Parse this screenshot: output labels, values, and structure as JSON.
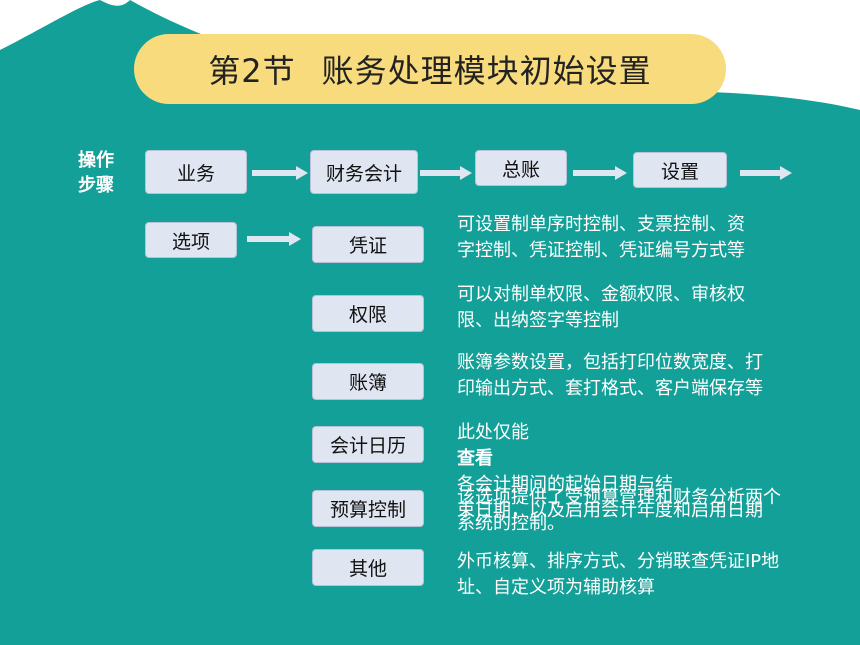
{
  "title": {
    "part1": "第2节",
    "part2": "账务处理模块初始设置"
  },
  "side_label": {
    "line1": "操作",
    "line2": "步骤"
  },
  "flow": {
    "step1": "业务",
    "step2": "财务会计",
    "step3": "总账",
    "step4": "设置",
    "options_label": "选项"
  },
  "options": [
    {
      "label": "凭证",
      "desc_line1": "可设置制单序时控制、支票控制、资",
      "desc_line2": "字控制、凭证控制、凭证编号方式等"
    },
    {
      "label": "权限",
      "desc_line1": "可以对制单权限、金额权限、审核权",
      "desc_line2": "限、出纳签字等控制"
    },
    {
      "label": "账簿",
      "desc_line1": "账簿参数设置，包括打印位数宽度、打",
      "desc_line2": "印输出方式、套打格式、客户端保存等"
    },
    {
      "label": "会计日历",
      "desc_line1_pre": "此处仅能",
      "desc_line1_bold": "查看",
      "desc_line1_post": "各会计期间的起始日期与结",
      "desc_line2": "束日期，以及启用会计年度和启用日期"
    },
    {
      "label": "预算控制",
      "desc_line1": "该选项提供了受预算管理和财务分析两个",
      "desc_line2": "系统的控制。"
    },
    {
      "label": "其他",
      "desc_line1": "外币核算、排序方式、分销联查凭证IP地",
      "desc_line2": "址、自定义项为辅助核算"
    }
  ],
  "colors": {
    "teal": "#13a098",
    "title_bg": "#f8db7d",
    "box_bg": "#dfe5f1",
    "arrow": "#dfe5f1"
  }
}
